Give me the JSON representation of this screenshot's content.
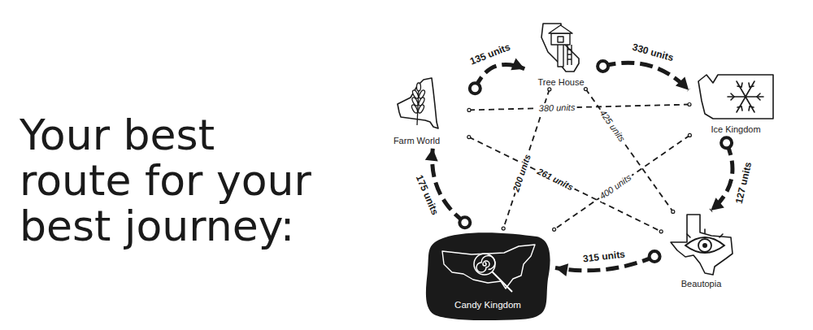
{
  "diagram": {
    "title": "Your best route for your best journey:",
    "nodes": [
      {
        "text": [
          "Farm World"
        ]
      },
      {
        "text": [
          "Tree House"
        ]
      },
      {
        "text": [
          "Ice Kingdom"
        ]
      },
      {
        "text": [
          "Beautopia"
        ]
      },
      {
        "text": [
          "Candy Kingdom"
        ]
      }
    ],
    "edges": [
      {
        "from": 0,
        "to": 1,
        "label": "135 units",
        "arrow": "to"
      },
      {
        "from": 1,
        "to": 2,
        "label": "330 units",
        "arrow": "to"
      },
      {
        "from": 2,
        "to": 3,
        "label": "127 units",
        "arrow": "to"
      },
      {
        "from": 3,
        "to": 4,
        "label": "315 units",
        "arrow": "to"
      },
      {
        "from": 4,
        "to": 0,
        "label": "175 units",
        "arrow": "to"
      },
      {
        "from": 0,
        "to": 2,
        "label": "380 units",
        "arrow": "none"
      },
      {
        "from": 1,
        "to": 3,
        "label": "425 units",
        "arrow": "none"
      },
      {
        "from": 0,
        "to": 3,
        "label": "261 units",
        "arrow": "none"
      },
      {
        "from": 1,
        "to": 4,
        "label": "200 units",
        "arrow": "none"
      },
      {
        "from": 2,
        "to": 4,
        "label": "400 units",
        "arrow": "none"
      }
    ]
  }
}
